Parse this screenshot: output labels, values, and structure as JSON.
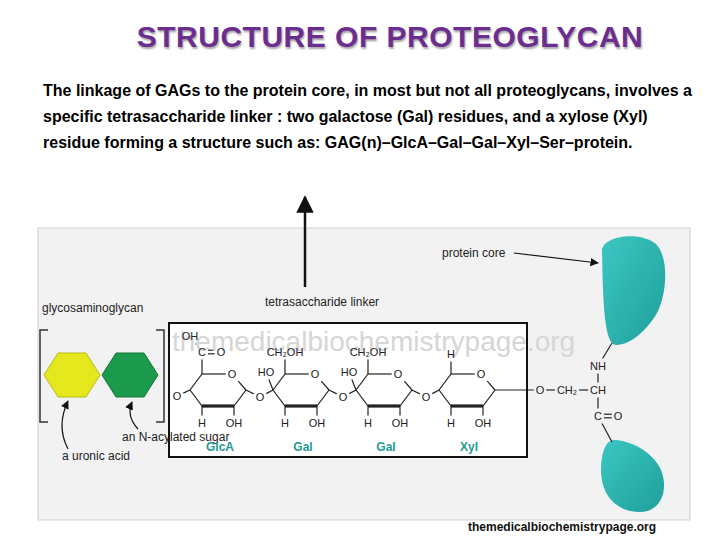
{
  "diagram": {
    "title": "STRUCTURE OF PROTEOGLYCAN",
    "nodes": [
      {
        "text": [
          "tetrasaccharide linker",
          "GlcA",
          "Gal",
          "Gal",
          "Xyl"
        ]
      }
    ],
    "labels": [
      "The linkage of GAGs to the protein core, in most but not all proteoglycans, involves a specific tetrasaccharide linker : two galactose (Gal) residues, and a xylose (Xyl) residue forming a structure such as: GAG(n)–GlcA–Gal–Gal–Xyl–Ser–protein.",
      "themedicalbiochemistrypage.org",
      "glycosaminoglycan",
      "protein core",
      "an N-acylated sugar",
      "a uronic acid",
      "OH",
      "C",
      "O",
      "O",
      "O",
      "H",
      "OH",
      "O",
      "CH₂OH",
      "HO",
      "O",
      "H",
      "OH",
      "O",
      "CH₂OH",
      "HO",
      "O",
      "H",
      "OH",
      "O",
      "H",
      "O",
      "H",
      "OH",
      "O",
      "CH₂",
      "CH",
      "NH",
      "C",
      "O",
      "themedicalbiochemistrypage.org"
    ]
  }
}
